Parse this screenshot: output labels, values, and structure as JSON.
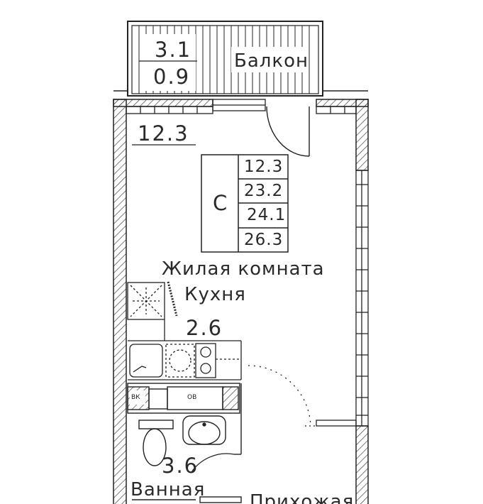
{
  "plan": {
    "balcony": {
      "label": "Балкон",
      "area_total": "3.1",
      "area_reduced": "0.9"
    },
    "living_room": {
      "label": "Жилая комната",
      "area": "12.3"
    },
    "kitchen": {
      "label": "Кухня",
      "area": "2.6"
    },
    "bathroom": {
      "label": "Ванная",
      "area": "3.6"
    },
    "hallway": {
      "label": "Прихожая"
    },
    "summary_table": {
      "type_label": "С",
      "values": [
        "12.3",
        "23.2",
        "24.1",
        "26.3"
      ]
    },
    "fixtures": {
      "water_riser_label": "ВК",
      "ventilation_label": "ОВ"
    }
  },
  "colors": {
    "line": "#222222",
    "hatch": "#444444"
  }
}
